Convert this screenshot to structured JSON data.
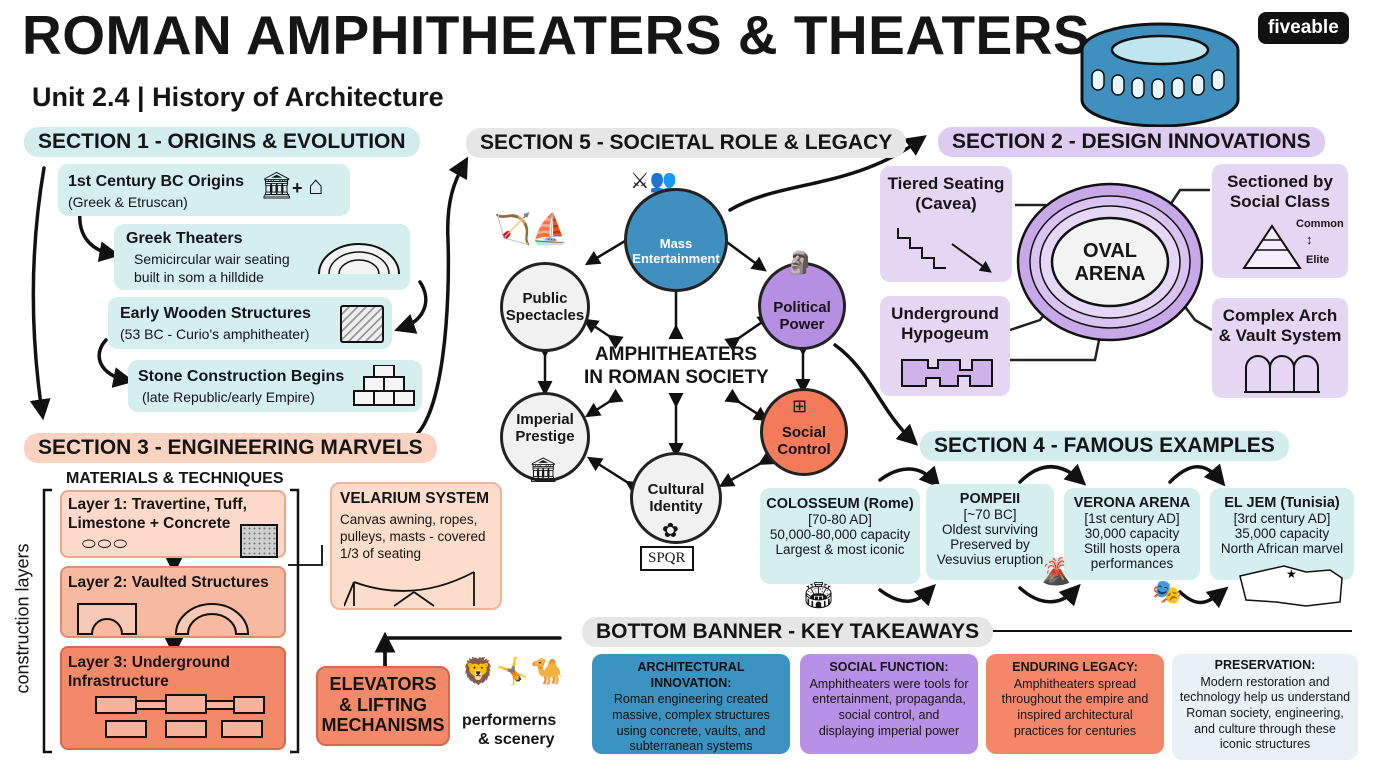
{
  "title": "ROMAN AMPHITHEATERS & THEATERS",
  "subtitle": "Unit 2.4 | History of Architecture",
  "brand": "fiveable",
  "colors": {
    "teal": "#d5eeee",
    "lavender": "#e2d2f2",
    "peach": "#fbd8c7",
    "blue": "#3f8fbf",
    "purple": "#b68fe3",
    "red": "#f47a5c"
  },
  "section1": {
    "header": "SECTION 1 - ORIGINS & EVOLUTION",
    "steps": [
      {
        "title": "1st Century BC Origins",
        "desc": "(Greek & Etruscan)"
      },
      {
        "title": "Greek Theaters",
        "desc": "Semicircular wair seating",
        "desc2": "built in som a hilldide"
      },
      {
        "title": "Early Wooden Structures",
        "desc": "(53 BC - Curio's amphitheater)"
      },
      {
        "title": "Stone Construction Begins",
        "desc": "(late Republic/early Empire)"
      }
    ]
  },
  "section2": {
    "header": "SECTION 2 - DESIGN INNOVATIONS",
    "arena": "OVAL",
    "arena2": "ARENA",
    "items": [
      {
        "title": "Tiered Seating",
        "title2": "(Cavea)"
      },
      {
        "title": "Sectioned by",
        "title2": "Social Class",
        "top": "Common",
        "bottom": "Elite"
      },
      {
        "title": "Underground",
        "title2": "Hypogeum"
      },
      {
        "title": "Complex Arch",
        "title2": "& Vault System"
      }
    ]
  },
  "section3": {
    "header": "SECTION 3 - ENGINEERING MARVELS",
    "materials_label": "MATERIALS & TECHNIQUES",
    "side_label": "construction layers",
    "layers": [
      {
        "title": "Layer 1: Travertine, Tuff,",
        "title2": "Limestone + Concrete"
      },
      {
        "title": "Layer 2: Vaulted Structures"
      },
      {
        "title": "Layer 3: Underground",
        "title2": "Infrastructure"
      }
    ],
    "velarium": {
      "title": "VELARIUM SYSTEM",
      "lines": [
        "Canvas awning, ropes,",
        "pulleys, masts - covered",
        "1/3 of seating"
      ]
    },
    "elevators": {
      "lines": [
        "ELEVATORS",
        "& LIFTING",
        "MECHANISMS"
      ]
    },
    "performers": {
      "lines": [
        "performerns",
        "& scenery"
      ]
    }
  },
  "section4": {
    "header": "SECTION 4 - FAMOUS EXAMPLES",
    "examples": [
      {
        "name": "COLOSSEUM (Rome)",
        "lines": [
          "[70-80 AD]",
          "50,000-80,000 capacity",
          "Largest & most iconic"
        ]
      },
      {
        "name": "POMPEII",
        "lines": [
          "[~70 BC]",
          "Oldest surviving",
          "Preserved by",
          "Vesuvius eruption"
        ]
      },
      {
        "name": "VERONA ARENA",
        "lines": [
          "[1st century AD]",
          "30,000 capacity",
          "Still hosts opera",
          "performances"
        ]
      },
      {
        "name": "EL JEM (Tunisia)",
        "lines": [
          "[3rd century AD]",
          "35,000 capacity",
          "North African marvel"
        ]
      }
    ]
  },
  "section5": {
    "header": "SECTION 5 - SOCIETAL ROLE & LEGACY",
    "center": "AMPHITHEATERS",
    "center2": "IN ROMAN SOCIETY",
    "nodes": {
      "mass": "Mass\nEntertainment",
      "political": "Political\nPower",
      "social": "Social\nControl",
      "cultural": "Cultural\nIdentity",
      "imperial": "Imperial\nPrestige",
      "public": "Public\nSpectacles"
    },
    "spqr": "SPQR"
  },
  "banner": {
    "header": "BOTTOM BANNER - KEY TAKEAWAYS",
    "cards": [
      {
        "title": "ARCHITECTURAL INNOVATION:",
        "lines": [
          "Roman engineering created",
          "massive, complex structures",
          "using concrete, vaults, and",
          "subterranean systems"
        ]
      },
      {
        "title": "SOCIAL FUNCTION:",
        "lines": [
          "Amphitheaters were tools for",
          "entertainment, propaganda,",
          "social control, and",
          "displaying imperial power"
        ]
      },
      {
        "title": "ENDURING LEGACY:",
        "lines": [
          "Amphitheaters spread",
          "throughout the empire and",
          "inspired architectural",
          "practices for centuries"
        ]
      },
      {
        "title": "PRESERVATION:",
        "lines": [
          "Modern restoration and",
          "technology help us understand",
          "Roman society, engineering,",
          "and culture through these",
          "iconic structures"
        ]
      }
    ]
  }
}
